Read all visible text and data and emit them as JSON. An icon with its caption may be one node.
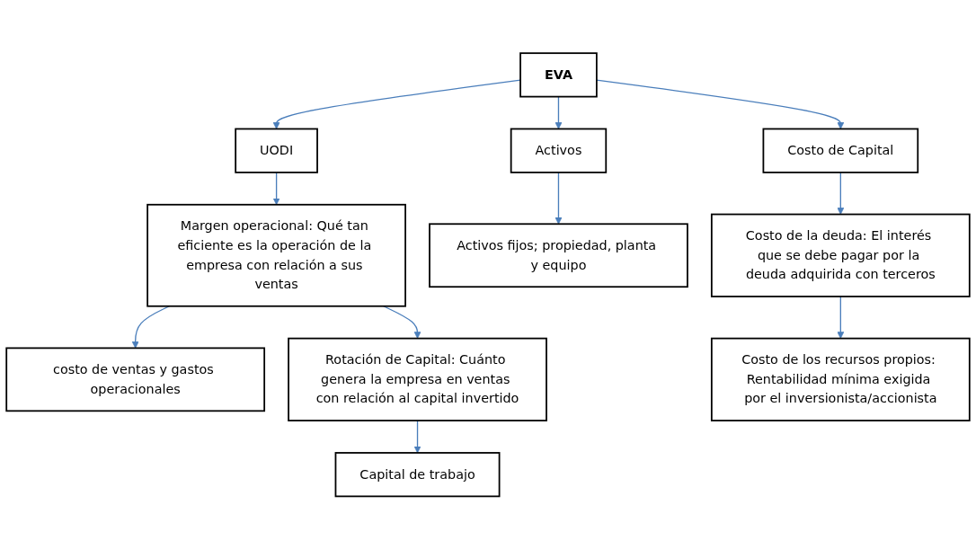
{
  "diagram": {
    "nodes": [
      {
        "text": [
          "EVA"
        ]
      },
      {
        "text": [
          "UODI"
        ]
      },
      {
        "text": [
          "Activos"
        ]
      },
      {
        "text": [
          "Costo de Capital"
        ]
      },
      {
        "text": [
          "Margen operacional: Qué tan eficiente es la operación de la empresa con relación a sus ventas"
        ]
      },
      {
        "text": [
          "costo de ventas y gastos operacionales"
        ]
      },
      {
        "text": [
          "Activos fijos; propiedad, planta y equipo"
        ]
      },
      {
        "text": [
          "Costo de la deuda: El interés que se debe pagar por la deuda adquirida con terceros"
        ]
      },
      {
        "text": [
          "Rotación de Capital: Cuánto genera la empresa en ventas con relación al capital invertido"
        ]
      },
      {
        "text": [
          "Capital de trabajo"
        ]
      },
      {
        "text": [
          "Costo de los recursos propios: Rentabilidad mínima exigida por el inversionista/accionista"
        ]
      }
    ],
    "edges": [
      {
        "from": 0,
        "to": 1,
        "arrow": "to"
      },
      {
        "from": 0,
        "to": 2,
        "arrow": "to"
      },
      {
        "from": 0,
        "to": 3,
        "arrow": "to"
      },
      {
        "from": 1,
        "to": 4,
        "arrow": "to"
      },
      {
        "from": 2,
        "to": 6,
        "arrow": "to"
      },
      {
        "from": 3,
        "to": 7,
        "arrow": "to"
      },
      {
        "from": 4,
        "to": 5,
        "arrow": "to"
      },
      {
        "from": 4,
        "to": 8,
        "arrow": "to"
      },
      {
        "from": 8,
        "to": 9,
        "arrow": "to"
      },
      {
        "from": 7,
        "to": 10,
        "arrow": "to"
      }
    ]
  }
}
